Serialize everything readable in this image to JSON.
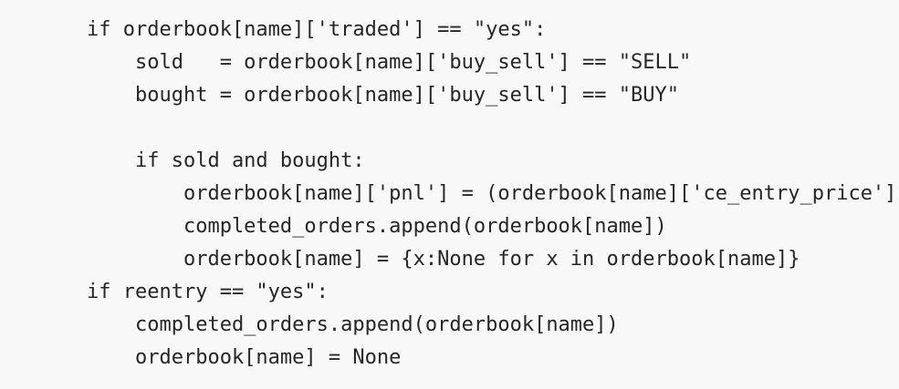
{
  "page": {
    "background_color": "#f8f8f8",
    "text_color": "#262626"
  },
  "code": {
    "language": "python",
    "lines": [
      "if orderbook[name]['traded'] == \"yes\":",
      "    sold   = orderbook[name]['buy_sell'] == \"SELL\"",
      "    bought = orderbook[name]['buy_sell'] == \"BUY\"",
      "",
      "    if sold and bought:",
      "        orderbook[name]['pnl'] = (orderbook[name]['ce_entry_price']",
      "        completed_orders.append(orderbook[name])",
      "        orderbook[name] = {x:None for x in orderbook[name]}",
      "if reentry == \"yes\":",
      "    completed_orders.append(orderbook[name])",
      "    orderbook[name] = None"
    ]
  }
}
